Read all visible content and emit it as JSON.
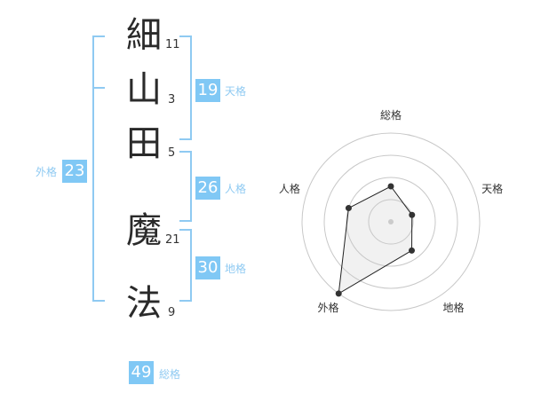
{
  "name": {
    "chars": [
      {
        "char": "細",
        "strokes": "11"
      },
      {
        "char": "山",
        "strokes": "3"
      },
      {
        "char": "田",
        "strokes": "5"
      },
      {
        "char": "魔",
        "strokes": "21"
      },
      {
        "char": "法",
        "strokes": "9"
      }
    ]
  },
  "fortunes": {
    "tenkaku": {
      "label": "天格",
      "value": "19"
    },
    "jinkaku": {
      "label": "人格",
      "value": "26"
    },
    "chikaku": {
      "label": "地格",
      "value": "30"
    },
    "gaikaku": {
      "label": "外格",
      "value": "23"
    },
    "soukaku": {
      "label": "総格",
      "value": "49"
    }
  },
  "chart_data": {
    "type": "radar",
    "categories": [
      "総格",
      "天格",
      "地格",
      "外格",
      "人格"
    ],
    "values": [
      0.4,
      0.25,
      0.4,
      1.0,
      0.5
    ],
    "range": [
      0,
      1
    ],
    "rings": 4
  },
  "colors": {
    "accent": "#80c8f5",
    "bracket": "#8fcaf2",
    "text": "#333333"
  }
}
